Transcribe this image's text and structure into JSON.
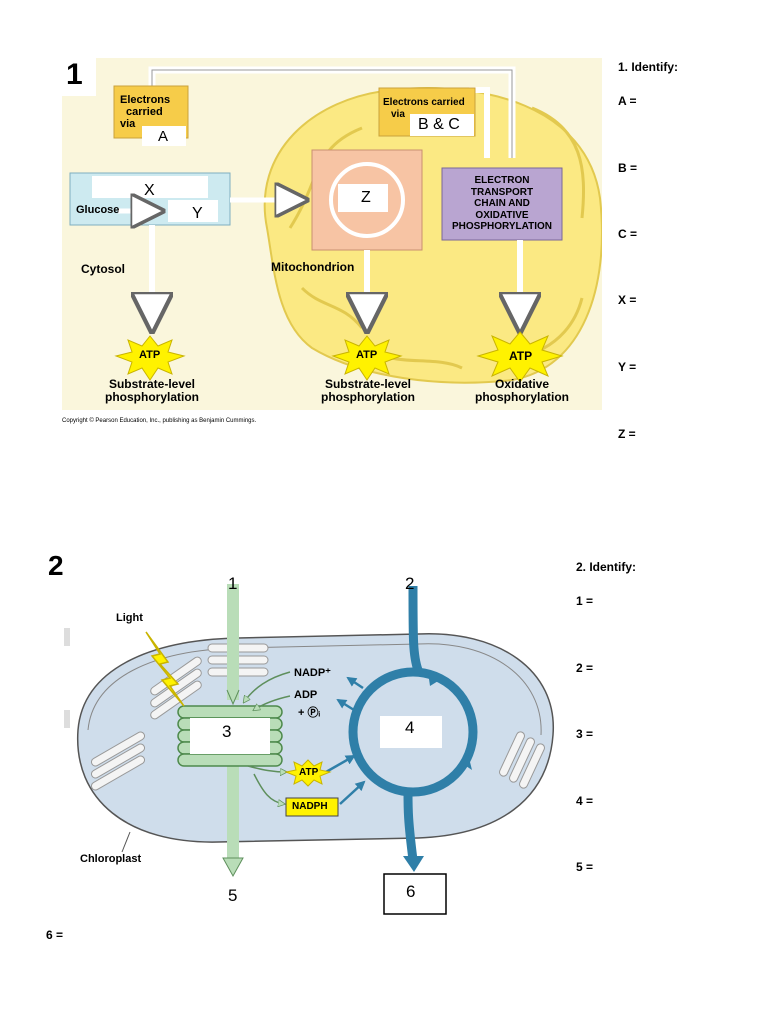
{
  "figure1": {
    "number": "1",
    "electrons_via_a_lines": [
      "Electrons",
      "carried",
      "via"
    ],
    "blank_a": "A",
    "electrons_via_bc_lines": [
      "Electrons carried",
      "via"
    ],
    "blank_bc": "B & C",
    "blank_x": "X",
    "blank_y": "Y",
    "blank_z": "Z",
    "glucose_label": "Glucose",
    "cytosol_label": "Cytosol",
    "mitochondrion_label": "Mitochondrion",
    "etc_lines": [
      "ELECTRON",
      "TRANSPORT",
      "CHAIN AND",
      "OXIDATIVE",
      "PHOSPHORYLATION"
    ],
    "atp_label": "ATP",
    "outcomes": [
      {
        "line1": "Substrate-level",
        "line2": "phosphorylation"
      },
      {
        "line1": "Substrate-level",
        "line2": "phosphorylation"
      },
      {
        "line1": "Oxidative",
        "line2": "phosphorylation"
      }
    ],
    "copyright": "Copyright © Pearson Education, Inc., publishing as Benjamin Cummings."
  },
  "questions1": {
    "title": "1. Identify:",
    "items": [
      "A =",
      "B =",
      "C =",
      "X =",
      "Y =",
      "Z ="
    ]
  },
  "figure2": {
    "number": "2",
    "label_1": "1",
    "label_2": "2",
    "label_3": "3",
    "label_4": "4",
    "label_5": "5",
    "label_6": "6",
    "light_label": "Light",
    "nadp_label": "NADP⁺",
    "adp_label": "ADP",
    "pi_label": "+ Ⓟᵢ",
    "atp_label": "ATP",
    "nadph_label": "NADPH",
    "chloroplast_label": "Chloroplast"
  },
  "questions2": {
    "title": "2. Identify:",
    "items": [
      "1 =",
      "2 =",
      "3 =",
      "4 =",
      "5 ="
    ],
    "last_item": "6 ="
  },
  "colors": {
    "cytosol_bg": "#FAF6DC",
    "mito_fill": "#FBE983",
    "glycolysis_fill": "#CDEAF0",
    "krebs_fill": "#F7C4A4",
    "etc_fill": "#B9A5D1",
    "electron_box": "#F6CC49",
    "atp_burst": "#FFF200",
    "chloroplast_fill": "#CFDDEB",
    "light_green": "#B9DDB8",
    "calvin_blue": "#2F7FA8"
  }
}
